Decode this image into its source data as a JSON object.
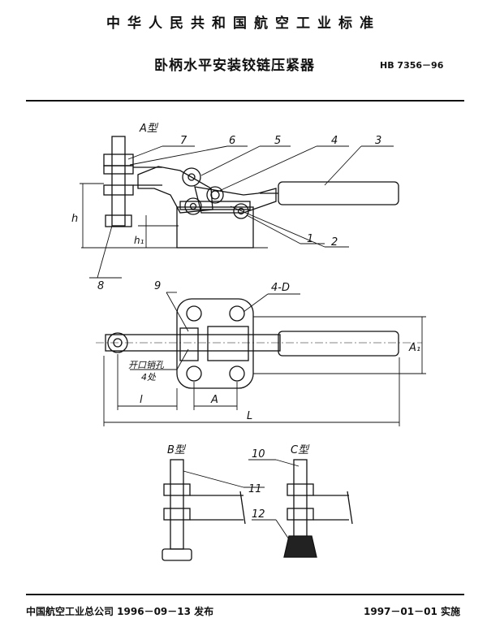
{
  "header": {
    "standard_title": "中华人民共和国航空工业标准",
    "doc_title": "卧柄水平安装铰链压紧器",
    "doc_code": "HB 7356－96"
  },
  "figure": {
    "view_labels": {
      "a": "A型",
      "b": "B型",
      "c": "C型"
    },
    "part_numbers": [
      "1",
      "2",
      "3",
      "4",
      "5",
      "6",
      "7",
      "8",
      "9",
      "10",
      "11",
      "12"
    ],
    "dims": {
      "h": "h",
      "h1": "h₁",
      "L": "L",
      "l": "l",
      "A": "A",
      "A1": "A₁",
      "holes": "4-D"
    },
    "note": [
      "开口销孔",
      "4处"
    ]
  },
  "footer": {
    "issued": "中国航空工业总公司 1996－09－13 发布",
    "effective": "1997－01－01 实施"
  }
}
